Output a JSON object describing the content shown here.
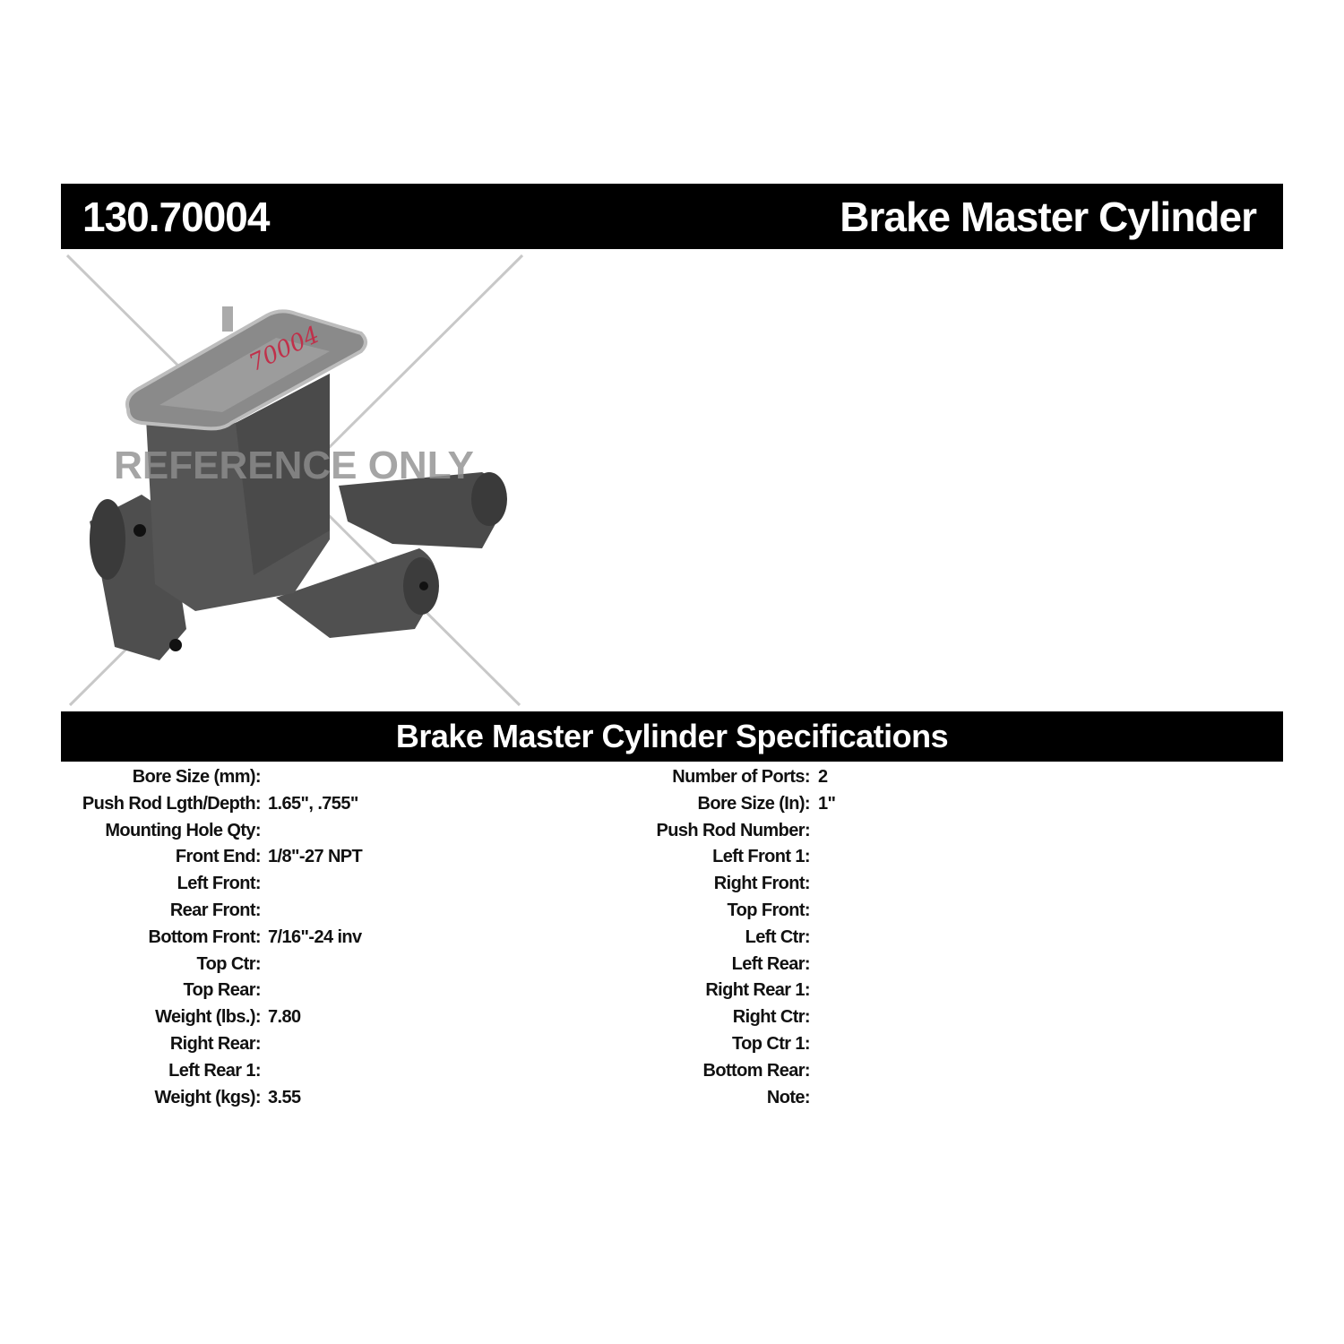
{
  "header": {
    "part_number": "130.70004",
    "product_type": "Brake Master Cylinder"
  },
  "image": {
    "watermark": "REFERENCE ONLY",
    "handwritten_mark": "70004"
  },
  "specs_title": "Brake Master Cylinder Specifications",
  "specs_left": [
    {
      "label": "Bore Size (mm):",
      "value": ""
    },
    {
      "label": "Push Rod Lgth/Depth:",
      "value": "1.65\", .755\""
    },
    {
      "label": "Mounting Hole Qty:",
      "value": ""
    },
    {
      "label": "Front End:",
      "value": "1/8\"-27 NPT"
    },
    {
      "label": "Left Front:",
      "value": ""
    },
    {
      "label": "Rear Front:",
      "value": ""
    },
    {
      "label": "Bottom Front:",
      "value": "7/16\"-24 inv"
    },
    {
      "label": "Top Ctr:",
      "value": ""
    },
    {
      "label": "Top Rear:",
      "value": ""
    },
    {
      "label": "Weight (lbs.):",
      "value": "7.80"
    },
    {
      "label": "Right Rear:",
      "value": ""
    },
    {
      "label": "Left Rear 1:",
      "value": ""
    },
    {
      "label": "Weight (kgs):",
      "value": "3.55"
    }
  ],
  "specs_right": [
    {
      "label": "Number of Ports:",
      "value": "2"
    },
    {
      "label": "Bore Size (In):",
      "value": "1\""
    },
    {
      "label": "Push Rod Number:",
      "value": ""
    },
    {
      "label": "Left Front 1:",
      "value": ""
    },
    {
      "label": "Right Front:",
      "value": ""
    },
    {
      "label": "Top Front:",
      "value": ""
    },
    {
      "label": "Left Ctr:",
      "value": ""
    },
    {
      "label": "Left Rear:",
      "value": ""
    },
    {
      "label": "Right Rear 1:",
      "value": ""
    },
    {
      "label": "Right Ctr:",
      "value": ""
    },
    {
      "label": "Top Ctr 1:",
      "value": ""
    },
    {
      "label": "Bottom Rear:",
      "value": ""
    },
    {
      "label": "Note:",
      "value": ""
    }
  ]
}
